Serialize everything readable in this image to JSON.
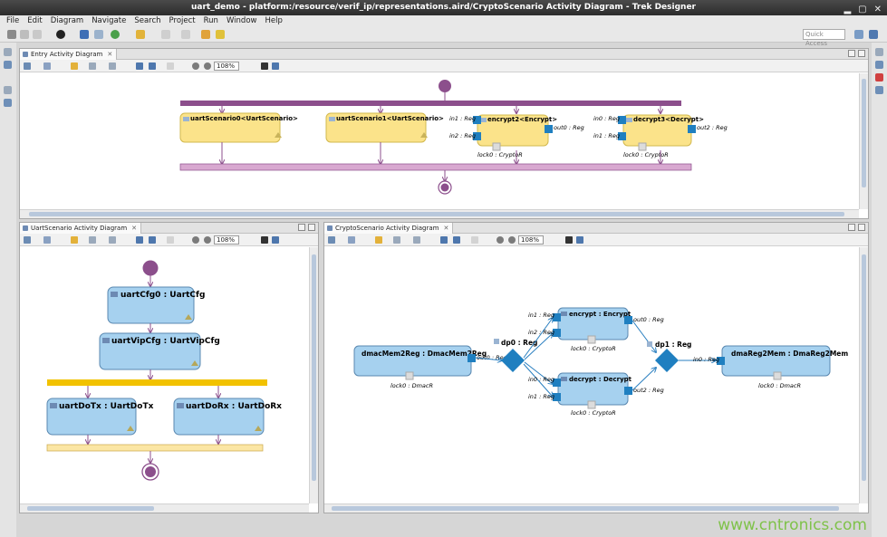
{
  "window": {
    "title": "uart_demo - platform:/resource/verif_ip/representations.aird/CryptoScenario Activity Diagram - Trek Designer"
  },
  "menu": [
    "File",
    "Edit",
    "Diagram",
    "Navigate",
    "Search",
    "Project",
    "Run",
    "Window",
    "Help"
  ],
  "toolbar": {
    "quick_access": "Quick Access"
  },
  "entry": {
    "tab": "Entry Activity Diagram",
    "zoom": "108%",
    "actions": {
      "s0": "uartScenario0<UartScenario>",
      "s1": "uartScenario1<UartScenario>",
      "e2": "encrypt2<Encrypt>",
      "d3": "decrypt3<Decrypt>"
    },
    "pins": {
      "e_in1": "in1 : Reg",
      "e_in2": "in2 : Reg",
      "e_out0": "out0 : Reg",
      "e_lock": "lock0 : CryptoR",
      "d_in0": "in0 : Reg",
      "d_in1": "in1 : Reg",
      "d_out2": "out2 : Reg",
      "d_lock": "lock0 : CryptoR"
    }
  },
  "uart": {
    "tab": "UartScenario Activity Diagram",
    "zoom": "108%",
    "actions": {
      "cfg": "uartCfg0 : UartCfg",
      "vip": "uartVipCfg : UartVipCfg",
      "tx": "uartDoTx : UartDoTx",
      "rx": "uartDoRx : UartDoRx"
    }
  },
  "crypto": {
    "tab": "CryptoScenario Activity Diagram",
    "zoom": "108%",
    "actions": {
      "mem2reg": "dmacMem2Reg : DmacMem2Reg",
      "enc": "encrypt : Encrypt",
      "dec": "decrypt : Decrypt",
      "reg2mem": "dmaReg2Mem : DmaReg2Mem"
    },
    "decisions": {
      "dp0": "dp0 : Reg",
      "dp1": "dp1 : Reg"
    },
    "pins": {
      "m_out0": "out0 : Reg",
      "m_lock": "lock0 : DmacR",
      "enc_in1": "in1 : Reg",
      "enc_in2": "in2 : Reg",
      "enc_out0": "out0 : Reg",
      "enc_lock": "lock0 : CryptoR",
      "dec_in0": "in0 : Reg",
      "dec_in1": "in1 : Reg",
      "dec_out2": "out2 : Reg",
      "dec_lock": "lock0 : CryptoR",
      "r_in0": "in0 : Reg",
      "r_lock": "lock0 : DmacR"
    }
  },
  "watermark": "www.cntronics.com",
  "colors": {
    "action_yellow": "#fbe38a",
    "action_blue": "#a6d1ef",
    "pin": "#1f7fc0",
    "fork_purple": "#8c4f8c",
    "fork_yellow": "#f2c200"
  }
}
